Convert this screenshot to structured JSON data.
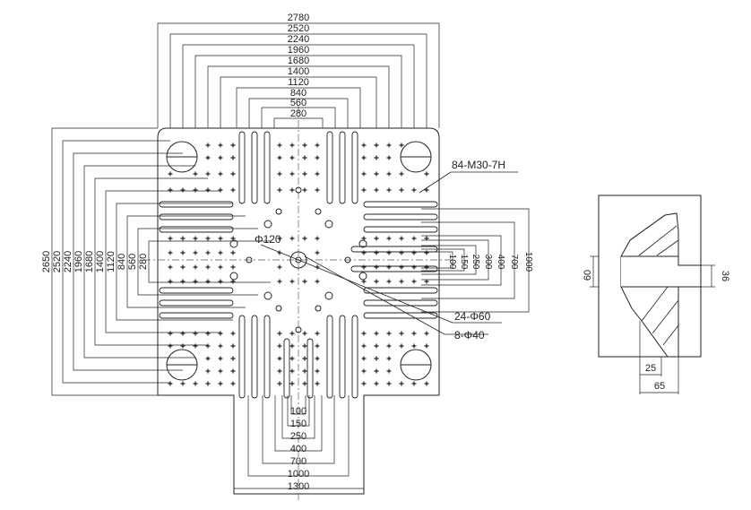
{
  "top_dims": [
    "2780",
    "2520",
    "2240",
    "1960",
    "1680",
    "1400",
    "1120",
    "840",
    "560",
    "280"
  ],
  "left_dims": [
    "2650",
    "2520",
    "2240",
    "1960",
    "1680",
    "1400",
    "1120",
    "840",
    "560",
    "280"
  ],
  "right_dims": [
    "100",
    "150",
    "250",
    "300",
    "400",
    "700",
    "1000"
  ],
  "bottom_dims": [
    "100",
    "150",
    "250",
    "400",
    "700",
    "1000",
    "1300"
  ],
  "labels": {
    "thread_holes": "84-M30-7H",
    "center_hole": "Φ120",
    "holes_60": "24-Φ60",
    "holes_40": "8-Φ40"
  },
  "detail": {
    "dim_60": "60",
    "dim_36": "36",
    "dim_25": "25",
    "dim_65": "65"
  }
}
